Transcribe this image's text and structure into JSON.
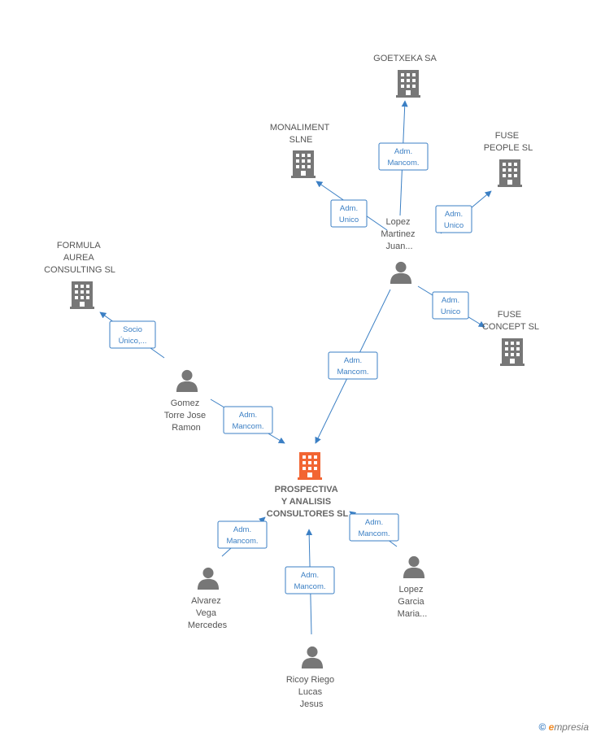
{
  "colors": {
    "company": "#777777",
    "main_company": "#f26532",
    "person": "#777777",
    "edge": "#3b7fc4"
  },
  "companies": [
    {
      "id": "goetxeka",
      "lines": [
        "GOETXEKA SA"
      ]
    },
    {
      "id": "monaliment",
      "lines": [
        "MONALIMENT",
        "SLNE"
      ]
    },
    {
      "id": "fuse-people",
      "lines": [
        "FUSE",
        "PEOPLE  SL"
      ]
    },
    {
      "id": "formula",
      "lines": [
        "FORMULA",
        "AUREA",
        "CONSULTING SL"
      ]
    },
    {
      "id": "fuse-concept",
      "lines": [
        "FUSE",
        "CONCEPT SL"
      ]
    },
    {
      "id": "prospectiva",
      "main": true,
      "lines": [
        "PROSPECTIVA",
        "Y ANALISIS",
        "CONSULTORES SL"
      ]
    }
  ],
  "persons": [
    {
      "id": "lopez-martinez",
      "lines": [
        "Lopez",
        "Martinez",
        "Juan..."
      ]
    },
    {
      "id": "gomez",
      "lines": [
        "Gomez",
        "Torre Jose",
        "Ramon"
      ]
    },
    {
      "id": "alvarez",
      "lines": [
        "Alvarez",
        "Vega",
        "Mercedes"
      ]
    },
    {
      "id": "lopez-garcia",
      "lines": [
        "Lopez",
        "Garcia",
        "Maria..."
      ]
    },
    {
      "id": "ricoy",
      "lines": [
        "Ricoy Riego",
        "Lucas",
        "Jesus"
      ]
    }
  ],
  "relations": [
    {
      "id": "r-goetxeka",
      "lines": [
        "Adm.",
        "Mancom."
      ]
    },
    {
      "id": "r-monaliment",
      "lines": [
        "Adm.",
        "Unico"
      ]
    },
    {
      "id": "r-fuse-people",
      "lines": [
        "Adm.",
        "Unico"
      ]
    },
    {
      "id": "r-fuse-concept",
      "lines": [
        "Adm.",
        "Unico"
      ]
    },
    {
      "id": "r-lopez-prosp",
      "lines": [
        "Adm.",
        "Mancom."
      ]
    },
    {
      "id": "r-formula",
      "lines": [
        "Socio",
        "Único,..."
      ]
    },
    {
      "id": "r-gomez-prosp",
      "lines": [
        "Adm.",
        "Mancom."
      ]
    },
    {
      "id": "r-alvarez-prosp",
      "lines": [
        "Adm.",
        "Mancom."
      ]
    },
    {
      "id": "r-garcia-prosp",
      "lines": [
        "Adm.",
        "Mancom."
      ]
    },
    {
      "id": "r-ricoy-prosp",
      "lines": [
        "Adm.",
        "Mancom."
      ]
    }
  ],
  "footer": {
    "copyright": "©",
    "brand_first": "e",
    "brand_rest": "mpresia"
  }
}
